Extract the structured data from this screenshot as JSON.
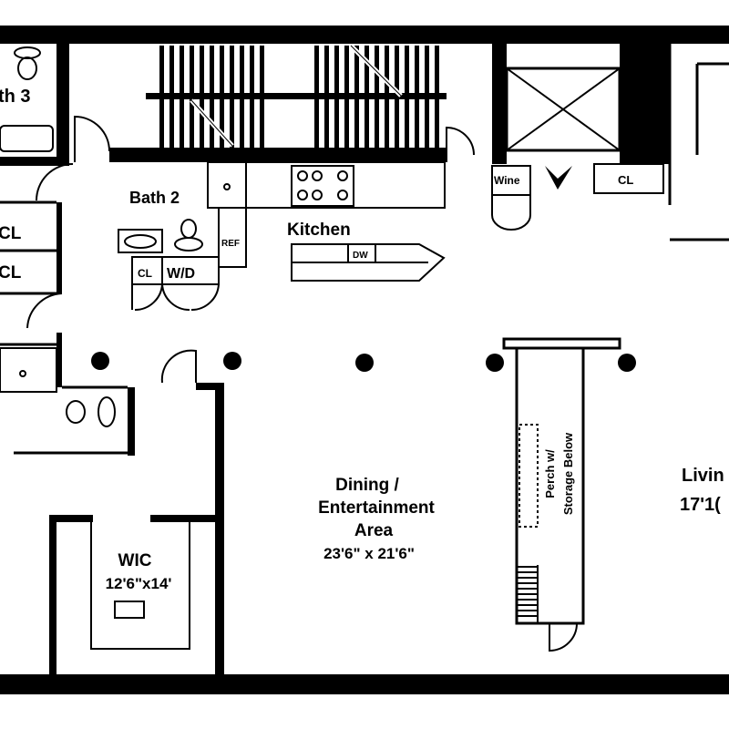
{
  "rooms": {
    "bath3": "th 3",
    "closet_left_1": "CL",
    "closet_left_2": "CL",
    "bath2": "Bath 2",
    "refrigerator": "REF",
    "closet_bath2": "CL",
    "washer_dryer": "W/D",
    "kitchen": "Kitchen",
    "dishwasher": "DW",
    "wine": "Wine",
    "closet_entry": "CL",
    "dining_line1": "Dining /",
    "dining_line2": "Entertainment",
    "dining_line3": "Area",
    "dining_dims": "23'6\" x 21'6\"",
    "perch_line1": "Perch w/",
    "perch_line2": "Storage Below",
    "wic": "WIC",
    "wic_dims": "12'6\"x14'",
    "living": "Livin",
    "living_dims": "17'1("
  }
}
